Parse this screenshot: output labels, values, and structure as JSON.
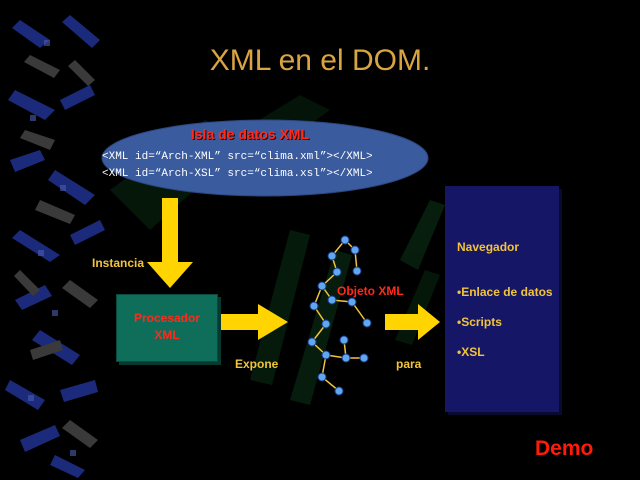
{
  "title": "XML en el DOM.",
  "island": {
    "title": "Isla de datos XML",
    "code_line_1": "<XML id=“Arch-XML” src=“clima.xml”></XML>",
    "code_line_2": "<XML id=“Arch-XSL” src=“clima.xsl”></XML>"
  },
  "labels": {
    "instancia": "Instancia",
    "expone": "Expone",
    "para": "para",
    "objeto_xml": "Objeto XML"
  },
  "processor": {
    "line_1": "Procesador",
    "line_2": "XML"
  },
  "navigator": {
    "title": "Navegador",
    "items": [
      "•Enlace de datos",
      "•Scripts",
      "•XSL"
    ]
  },
  "demo": "Demo",
  "colors": {
    "title": "#d9a441",
    "accent_red": "#ff2a1a",
    "arrow_yellow": "#ffd400",
    "label_yellow": "#f2c43a",
    "ellipse_blue": "#3a5b9e",
    "processor_green": "#0e6e5a",
    "navigator_blue": "#161666"
  }
}
